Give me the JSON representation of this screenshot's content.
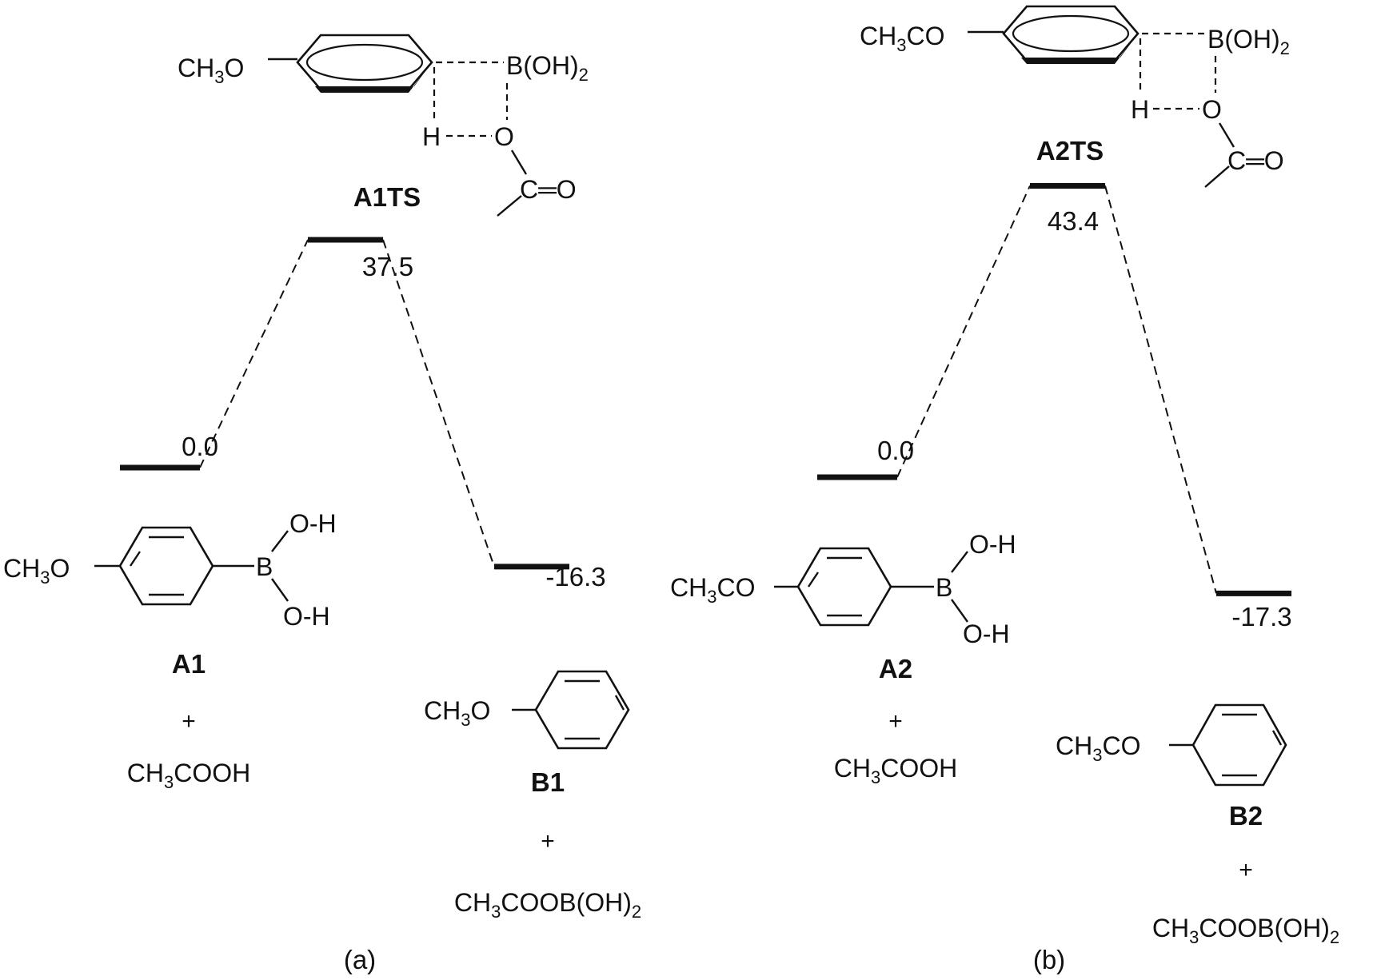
{
  "chart_data": [
    {
      "type": "diagram",
      "panel": "(a)",
      "levels": [
        {
          "id": "reactant",
          "energy": 0.0,
          "label": "0.0"
        },
        {
          "id": "ts",
          "energy": 37.5,
          "label": "37.5",
          "name": "A1TS"
        },
        {
          "id": "product",
          "energy": -16.3,
          "label": "-16.3"
        }
      ],
      "reactant": {
        "name": "A1",
        "plus": "+",
        "coreactant": "CH3COOH",
        "substituent": "CH3O",
        "boron_group": [
          "O-H",
          "B",
          "O-H"
        ]
      },
      "product": {
        "name": "B1",
        "plus": "+",
        "coproduct": "CH3COOB(OH)2",
        "substituent": "CH3O"
      },
      "ts_structure": {
        "substituent": "CH3O",
        "boron": "B(OH)2",
        "h": "H",
        "o": "O",
        "carbonyl": "C=O"
      }
    },
    {
      "type": "diagram",
      "panel": "(b)",
      "levels": [
        {
          "id": "reactant",
          "energy": 0.0,
          "label": "0.0"
        },
        {
          "id": "ts",
          "energy": 43.4,
          "label": "43.4",
          "name": "A2TS"
        },
        {
          "id": "product",
          "energy": -17.3,
          "label": "-17.3"
        }
      ],
      "reactant": {
        "name": "A2",
        "plus": "+",
        "coreactant": "CH3COOH",
        "substituent": "CH3CO",
        "boron_group": [
          "O-H",
          "B",
          "O-H"
        ]
      },
      "product": {
        "name": "B2",
        "plus": "+",
        "coproduct": "CH3COOB(OH)2",
        "substituent": "CH3CO"
      },
      "ts_structure": {
        "substituent": "CH3CO",
        "boron": "B(OH)2",
        "h": "H",
        "o": "O",
        "carbonyl": "C=O"
      }
    }
  ]
}
